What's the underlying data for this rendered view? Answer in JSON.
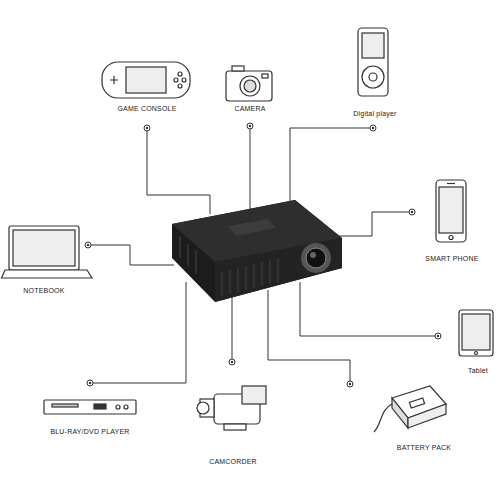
{
  "diagram": {
    "labels": [
      "GAME CONSOLE",
      "CAMERA",
      "Digital player",
      "SMART PHONE",
      "Tablet",
      "BATTERY PACK",
      "CAMCORDER",
      "BLU-RAY/DVD PLAYER",
      "NOTEBOOK"
    ]
  }
}
